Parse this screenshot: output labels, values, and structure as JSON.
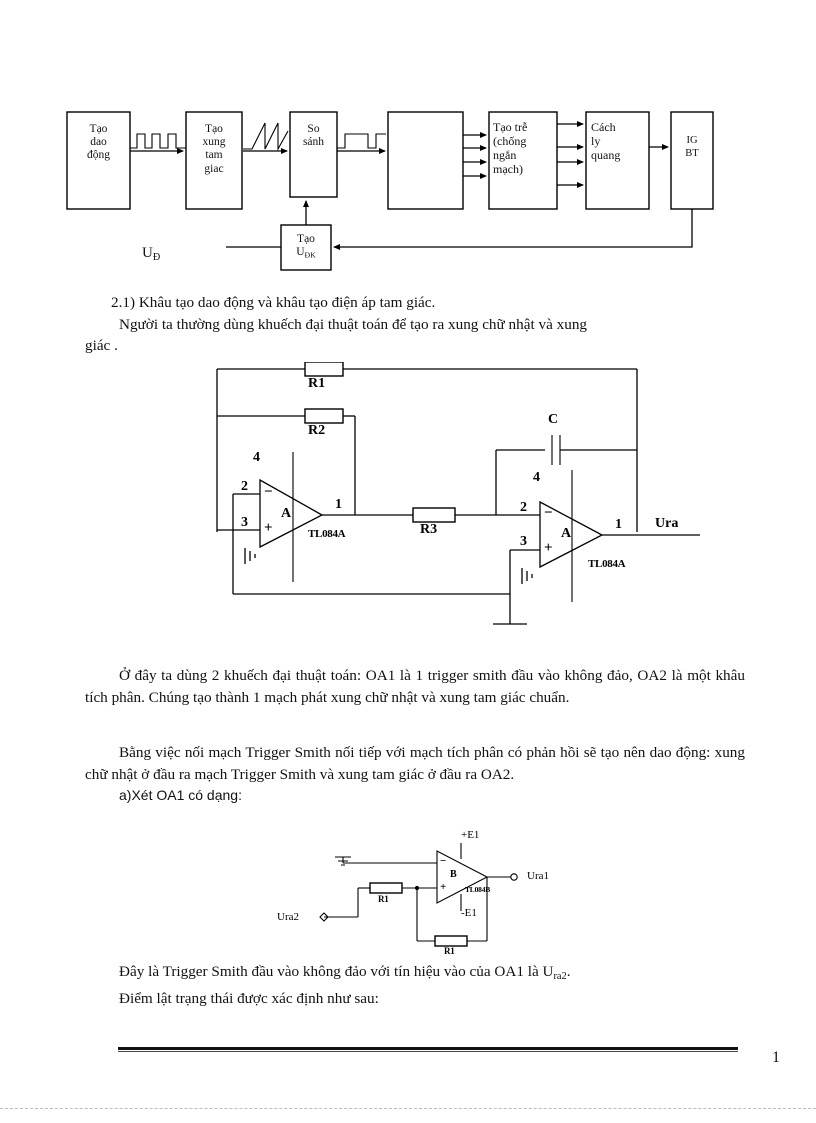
{
  "document": {
    "page_number": "1"
  },
  "block_diagram": {
    "name": "power-converter-control-block-diagram",
    "blocks": [
      {
        "id": "tao-dao-dong",
        "label": "Tạo\ndao\nđộng"
      },
      {
        "id": "tao-xung-tam-giac",
        "label": "Tạo\nxung\ntam\ngiac"
      },
      {
        "id": "so-sanh",
        "label": "So\nsánh"
      },
      {
        "id": "blank-block",
        "label": ""
      },
      {
        "id": "tao-tre",
        "label": "Tạo trễ\n(chống\nngắn\nmạch)"
      },
      {
        "id": "cach-ly-quang",
        "label": "Cách\nly\nquang"
      },
      {
        "id": "igbt",
        "label": "IG\nBT"
      },
      {
        "id": "tao-udk",
        "label": "Tạo\nU",
        "label_sub": "ĐK"
      }
    ],
    "feedback_label": "U",
    "feedback_label_sub": "Đ",
    "waveform_1": "square-wave",
    "waveform_2": "sawtooth-wave",
    "waveform_3": "pulse-wave"
  },
  "sections": {
    "heading_2_1": "2.1) Khâu tạo dao động và khâu tạo điện áp tam giác.",
    "para_intro": "Người ta thường dùng khuếch đại thuật toán để tạo ra xung chữ nhật và xung",
    "para_intro_2": "giác .",
    "para_after_circuit": "Ở đây ta dùng 2 khuếch đại thuật toán: OA1 là 1 trigger smith đầu vào không đảo, OA2 là một khâu tích phân. Chúng tạo thành 1 mạch phát xung chữ nhật và xung tam giác chuẩn.",
    "para_trigger": "Bằng việc nối mạch Trigger Smith nối tiếp với mạch tích phân có phản hồi sẽ tạo nên dao động: xung chữ nhật ở đầu ra mạch Trigger Smith và xung tam giác ở đầu ra OA2.",
    "heading_a": "a)Xét OA1 có dạng:",
    "para_after_small_circuit_1_a": "Đây là Trigger Smith đầu vào không đảo với tín hiệu vào của OA1 là U",
    "para_after_small_circuit_1_sub": "ra2",
    "para_after_small_circuit_1_b": ".",
    "para_after_small_circuit_2": "Điểm lật trạng thái được xác định như sau:"
  },
  "main_circuit": {
    "name": "oscillator-triangle-generator-circuit",
    "components": {
      "r1": "R1",
      "r2": "R2",
      "r3": "R3",
      "c": "C",
      "opamp1_body": "A",
      "opamp1_part": "TL084A",
      "opamp2_body": "A",
      "opamp2_part": "TL084A",
      "output_label": "Ura"
    },
    "pins": {
      "oa1_pin4": "4",
      "oa1_pin2": "2",
      "oa1_pin3": "3",
      "oa1_pin1": "1",
      "oa2_pin4": "4",
      "oa2_pin2": "2",
      "oa2_pin3": "3",
      "oa2_pin1": "1"
    },
    "signs": {
      "minus": "−",
      "plus": "+"
    }
  },
  "small_circuit": {
    "name": "trigger-smith-circuit",
    "components": {
      "r1_left": "R1",
      "r1_bottom": "R1",
      "opamp_body": "B",
      "opamp_part": "TL084B",
      "supply_pos": "+E1",
      "supply_neg": "-E1",
      "input_label": "Ura2",
      "output_label": "Ura1"
    },
    "signs": {
      "minus": "−",
      "plus": "+"
    }
  }
}
